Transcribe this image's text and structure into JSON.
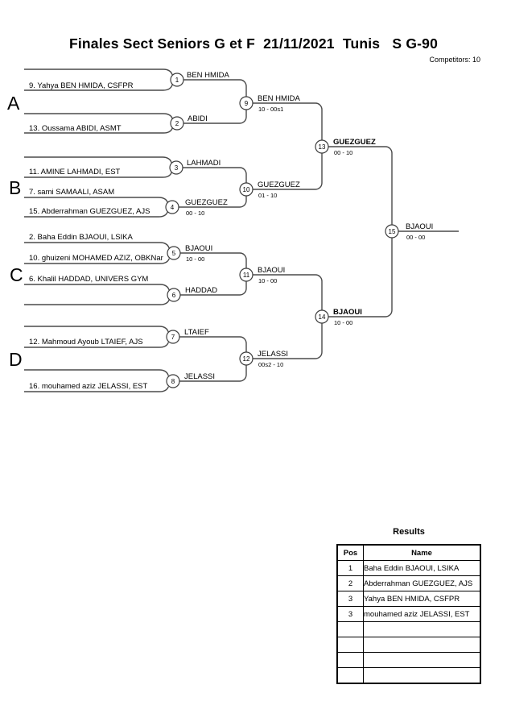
{
  "header": {
    "title": "Finales Sect Seniors G et F  21/11/2021  Tunis   S G-90",
    "competitors": "Competitors: 10"
  },
  "sections": [
    "A",
    "B",
    "C",
    "D"
  ],
  "seeds": [
    "9. Yahya BEN HMIDA, CSFPR",
    "13. Oussama ABIDI, ASMT",
    "11. AMINE LAHMADI, EST",
    "7. sami SAMAALI, ASAM",
    "15. Abderrahman GUEZGUEZ, AJS",
    "2. Baha Eddin BJAOUI, LSIKA",
    "10. ghuizeni MOHAMED AZIZ, OBKNar",
    "6. Khalil HADDAD, UNIVERS GYM",
    "12. Mahmoud Ayoub LTAIEF, AJS",
    "16. mouhamed aziz JELASSI, EST"
  ],
  "matches": [
    {
      "num": "1",
      "winner": "BEN HMIDA",
      "score": ""
    },
    {
      "num": "2",
      "winner": "ABIDI",
      "score": ""
    },
    {
      "num": "3",
      "winner": "LAHMADI",
      "score": ""
    },
    {
      "num": "4",
      "winner": "GUEZGUEZ",
      "score": "00 - 10"
    },
    {
      "num": "5",
      "winner": "BJAOUI",
      "score": "10 - 00"
    },
    {
      "num": "6",
      "winner": "HADDAD",
      "score": ""
    },
    {
      "num": "7",
      "winner": "LTAIEF",
      "score": ""
    },
    {
      "num": "8",
      "winner": "JELASSI",
      "score": ""
    },
    {
      "num": "9",
      "winner": "BEN HMIDA",
      "score": "10 - 00s1"
    },
    {
      "num": "10",
      "winner": "GUEZGUEZ",
      "score": "01 - 10"
    },
    {
      "num": "11",
      "winner": "BJAOUI",
      "score": "10 - 00"
    },
    {
      "num": "12",
      "winner": "JELASSI",
      "score": "00s2 - 10"
    },
    {
      "num": "13",
      "winner": "GUEZGUEZ",
      "score": "00 - 10"
    },
    {
      "num": "14",
      "winner": "BJAOUI",
      "score": "10 - 00"
    },
    {
      "num": "15",
      "winner": "BJAOUI",
      "score": "00 - 00"
    }
  ],
  "results": {
    "title": "Results",
    "columns": {
      "pos": "Pos",
      "name": "Name"
    },
    "rows": [
      {
        "pos": "1",
        "name": "Baha Eddin BJAOUI, LSIKA"
      },
      {
        "pos": "2",
        "name": "Abderrahman GUEZGUEZ, AJS"
      },
      {
        "pos": "3",
        "name": "Yahya BEN HMIDA, CSFPR"
      },
      {
        "pos": "3",
        "name": "mouhamed aziz JELASSI, EST"
      },
      {
        "pos": "",
        "name": ""
      },
      {
        "pos": "",
        "name": ""
      },
      {
        "pos": "",
        "name": ""
      },
      {
        "pos": "",
        "name": ""
      }
    ]
  },
  "colors": {
    "background": "#ffffff",
    "line": "#4a4a4a",
    "text": "#000000"
  }
}
